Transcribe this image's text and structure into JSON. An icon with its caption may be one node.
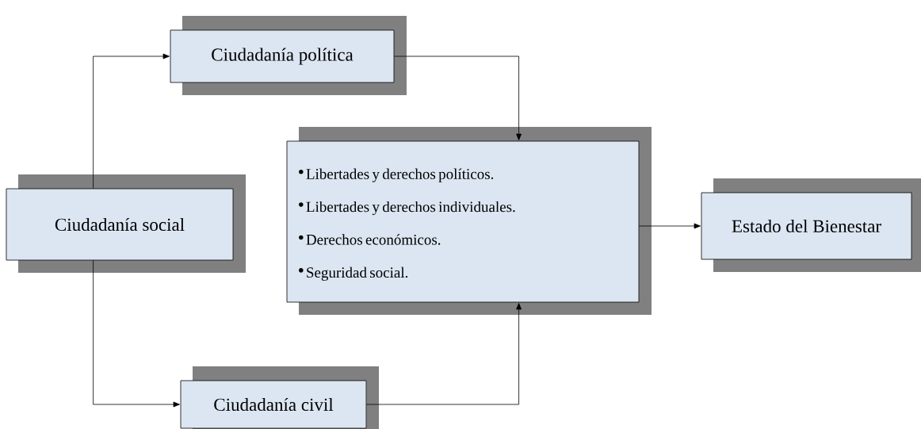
{
  "diagram": {
    "nodes": [
      {
        "text": [
          "Ciudadanía política"
        ]
      },
      {
        "text": [
          "Ciudadanía social"
        ]
      },
      {
        "text": [
          "Libertades y derechos políticos.",
          "Libertades y derechos individuales.",
          "Derechos económicos.",
          "Seguridad social."
        ]
      },
      {
        "text": [
          "Estado del Bienestar"
        ]
      },
      {
        "text": [
          "Ciudadanía civil"
        ]
      }
    ],
    "edges": [
      {
        "from": 1,
        "to": 0,
        "arrow": "to"
      },
      {
        "from": 1,
        "to": 4,
        "arrow": "to"
      },
      {
        "from": 0,
        "to": 2,
        "arrow": "to"
      },
      {
        "from": 4,
        "to": 2,
        "arrow": "to"
      },
      {
        "from": 2,
        "to": 3,
        "arrow": "to"
      }
    ]
  }
}
